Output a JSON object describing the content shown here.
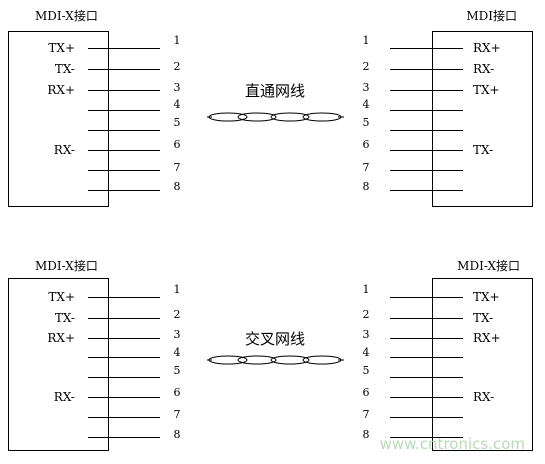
{
  "diagrams": [
    {
      "left_title": "MDI-X接口",
      "right_title": "MDI接口",
      "cable_label": "直通网线",
      "pin_numbers": [
        "1",
        "2",
        "3",
        "4",
        "5",
        "6",
        "7",
        "8"
      ],
      "left_signals": [
        "TX+",
        "TX-",
        "RX+",
        "",
        "",
        "RX-",
        "",
        ""
      ],
      "right_signals": [
        "RX+",
        "RX-",
        "TX+",
        "",
        "",
        "TX-",
        "",
        ""
      ]
    },
    {
      "left_title": "MDI-X接口",
      "right_title": "MDI-X接口",
      "cable_label": "交叉网线",
      "pin_numbers": [
        "1",
        "2",
        "3",
        "4",
        "5",
        "6",
        "7",
        "8"
      ],
      "left_signals": [
        "TX+",
        "TX-",
        "RX+",
        "",
        "",
        "RX-",
        "",
        ""
      ],
      "right_signals": [
        "TX+",
        "TX-",
        "RX+",
        "",
        "",
        "RX-",
        "",
        ""
      ]
    }
  ],
  "watermark": "www.cntronics.com",
  "colors": {
    "line": "#000000",
    "watermark": "#b9d9b9"
  }
}
